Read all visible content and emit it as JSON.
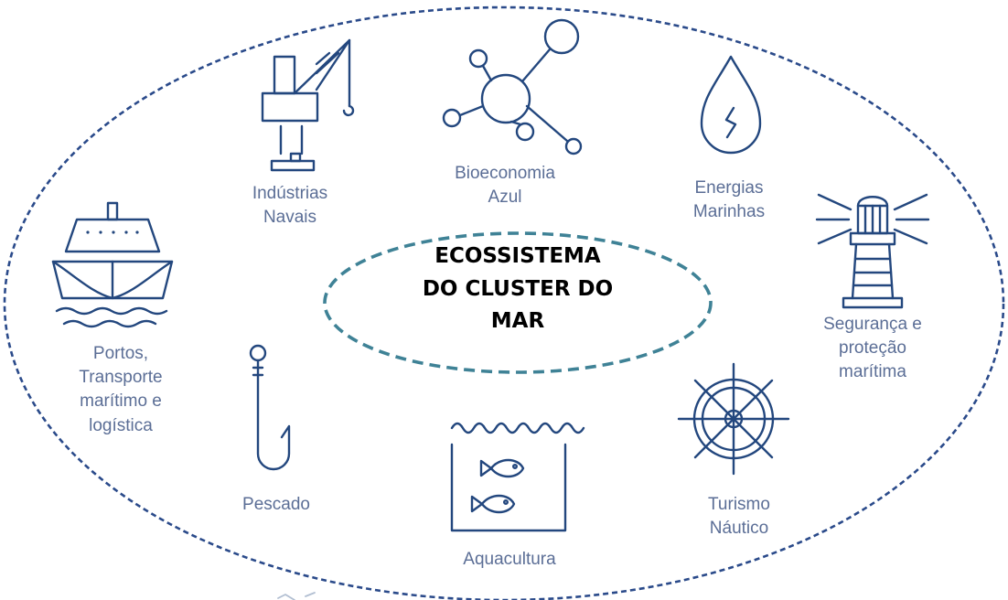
{
  "center": {
    "lines": [
      "ECOSSISTEMA",
      "DO CLUSTER DO",
      "MAR"
    ]
  },
  "sectors": {
    "industrias": {
      "lines": [
        "Indústrias",
        "Navais"
      ],
      "icon": "crane-icon"
    },
    "bioeconomia": {
      "lines": [
        "Bioeconomia",
        "Azul"
      ],
      "icon": "molecule-network-icon"
    },
    "energias": {
      "lines": [
        "Energias",
        "Marinhas"
      ],
      "icon": "water-drop-icon"
    },
    "seguranca": {
      "lines": [
        "Segurança e",
        "proteção",
        "marítima"
      ],
      "icon": "lighthouse-icon"
    },
    "portos": {
      "lines": [
        "Portos,",
        "Transporte",
        "marítimo e",
        "logística"
      ],
      "icon": "ship-icon"
    },
    "pescado": {
      "lines": [
        "Pescado"
      ],
      "icon": "fishing-hook-icon"
    },
    "aquacultura": {
      "lines": [
        "Aquacultura"
      ],
      "icon": "fish-tank-icon"
    },
    "turismo": {
      "lines": [
        "Turismo",
        "Náutico"
      ],
      "icon": "ship-wheel-icon"
    }
  },
  "colors": {
    "outer_border": "#2a4a8a",
    "inner_border": "#3f8296",
    "icon": "#23477e",
    "label": "#5b6e96",
    "center_text": "#000000"
  }
}
